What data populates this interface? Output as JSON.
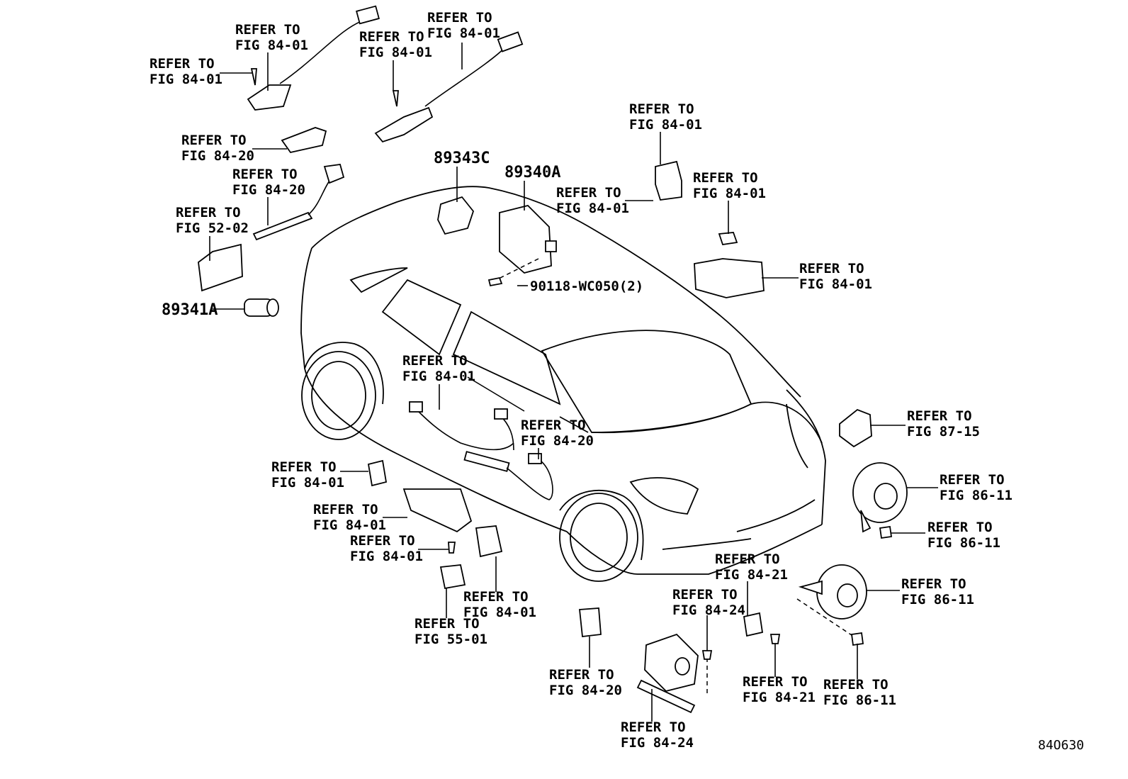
{
  "diagram": {
    "figure_code": "84O630",
    "part_numbers": {
      "bracket_sensor": "89343C",
      "control_module": "89340A",
      "ultrasonic_sensor": "89341A",
      "screw": "90118-WC050(2)"
    },
    "refs": {
      "r1": [
        "REFER TO",
        "FIG 84-01"
      ],
      "r2": [
        "REFER TO",
        "FIG 84-01"
      ],
      "r3": [
        "REFER TO",
        "FIG 84-01"
      ],
      "r4": [
        "REFER TO",
        "FIG 84-01"
      ],
      "r5": [
        "REFER TO",
        "FIG 84-20"
      ],
      "r6": [
        "REFER TO",
        "FIG 84-20"
      ],
      "r7": [
        "REFER TO",
        "FIG 52-02"
      ],
      "r8": [
        "REFER TO",
        "FIG 84-01"
      ],
      "r9": [
        "REFER TO",
        "FIG 84-01"
      ],
      "r10": [
        "REFER TO",
        "FIG 84-01"
      ],
      "r11": [
        "REFER TO",
        "FIG 84-01"
      ],
      "r12": [
        "REFER TO",
        "FIG 84-01"
      ],
      "r13": [
        "REFER TO",
        "FIG 84-20"
      ],
      "r14": [
        "REFER TO",
        "FIG 84-01"
      ],
      "r15": [
        "REFER TO",
        "FIG 84-01"
      ],
      "r16": [
        "REFER TO",
        "FIG 84-01"
      ],
      "r17": [
        "REFER TO",
        "FIG 84-01"
      ],
      "r18": [
        "REFER TO",
        "FIG 55-01"
      ],
      "r19": [
        "REFER TO",
        "FIG 84-20"
      ],
      "r20": [
        "REFER TO",
        "FIG 84-24"
      ],
      "r21": [
        "REFER TO",
        "FIG 84-24"
      ],
      "r22": [
        "REFER TO",
        "FIG 84-21"
      ],
      "r23": [
        "REFER TO",
        "FIG 84-21"
      ],
      "r24": [
        "REFER TO",
        "FIG 87-15"
      ],
      "r25": [
        "REFER TO",
        "FIG 86-11"
      ],
      "r26": [
        "REFER TO",
        "FIG 86-11"
      ],
      "r27": [
        "REFER TO",
        "FIG 86-11"
      ],
      "r28": [
        "REFER TO",
        "FIG 86-11"
      ]
    }
  }
}
